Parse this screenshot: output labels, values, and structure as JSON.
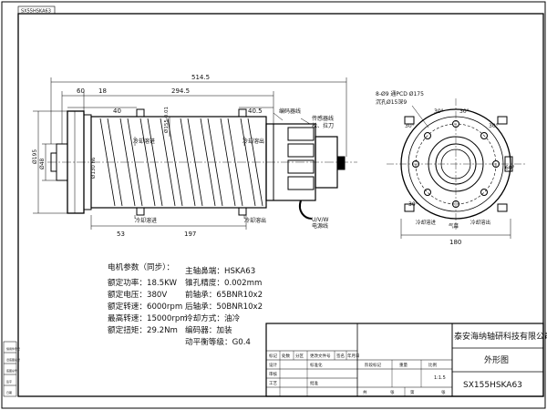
{
  "drawing_code_tab": "SX55HSKA63",
  "dimensions": {
    "overall_length": "514.5",
    "d60": "60",
    "d18": "18",
    "d294": "294.5",
    "d40": "40",
    "d40_5": "40.5",
    "d53": "53",
    "d197": "197",
    "phi155": "Ø155-0.01",
    "phi195": "Ø195",
    "phi48": "Ø48",
    "phi130": "Ø130 h6",
    "right_width": "180",
    "pcd_line1": "8-Ø9 通PCD Ø175",
    "pcd_line2": "沉孔Ø15深9",
    "deg30_a": "30°",
    "deg30_b": "30°",
    "deg30_c": "30°",
    "deg30_d": "30°",
    "deg30_e": "30°",
    "deg60": "60°"
  },
  "callouts": {
    "encoder_line": "编码器线",
    "sensor_line": "传感器线",
    "sensor_line_sub": "松、拉刀",
    "coolant_in": "冷却溶进",
    "coolant_out_top": "冷却溶出",
    "coolant_in_bottom": "冷却溶进",
    "coolant_out_bottom": "冷却溶出",
    "uvw": "U/V/W",
    "power_line": "电源线",
    "right_coolant_in": "冷却溶进",
    "right_air": "气幕",
    "right_coolant_out": "冷却溶出"
  },
  "params_left": [
    {
      "label": "电机参数（同步）：",
      "value": ""
    },
    {
      "label": "额定功率：",
      "value": "18.5KW"
    },
    {
      "label": "额定电压：",
      "value": "380V"
    },
    {
      "label": "额定转速：",
      "value": "6000rpm"
    },
    {
      "label": "最高转速：",
      "value": "15000rpm"
    },
    {
      "label": "额定扭矩：",
      "value": "29.2Nm"
    }
  ],
  "params_right": [
    {
      "label": "主轴鼻端：",
      "value": "HSKA63"
    },
    {
      "label": "锥孔精度：",
      "value": "0.002mm"
    },
    {
      "label": "前轴承：",
      "value": "65BNR10x2"
    },
    {
      "label": "后轴承：",
      "value": "50BNR10x2"
    },
    {
      "label": "冷却方式：",
      "value": "油冷"
    },
    {
      "label": "编码器：",
      "value": "加装"
    },
    {
      "label": "动平衡等级：",
      "value": "G0.4"
    }
  ],
  "title_block": {
    "company": "泰安海纳轴研科技有限公司",
    "drawing_title": "外形图",
    "model": "SX155HSKA63",
    "scale": "1:1.5",
    "col_mark": "标记",
    "col_count": "处数",
    "col_zone": "分区",
    "col_doc": "更改文件号",
    "col_sign": "签名",
    "col_date": "年月日",
    "col_stage": "阶段标记",
    "col_weight": "重量",
    "col_ratio": "比例",
    "col_design": "设计",
    "col_std": "标准化",
    "col_review": "审核",
    "col_process": "工艺",
    "col_approve": "批准",
    "col_total": "共",
    "col_sheet_zhang": "张",
    "col_page": "第",
    "col_page_zhang": "张"
  },
  "side_strip": [
    "借用件登记",
    "旧底图总号",
    "底图总号",
    "签字",
    "日期"
  ]
}
